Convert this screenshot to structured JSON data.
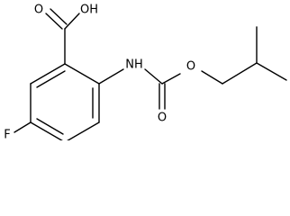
{
  "molecule": {
    "atom_labels": {
      "carboxyl_oh": "OH",
      "carbonyl_o_acid": "O",
      "amide_nh": "NH",
      "carbonyl_o_carbamate": "O",
      "ester_o": "O",
      "fluorine": "F"
    },
    "colors": {
      "bond": "#000000",
      "label": "#000000",
      "background": "#ffffff"
    }
  }
}
